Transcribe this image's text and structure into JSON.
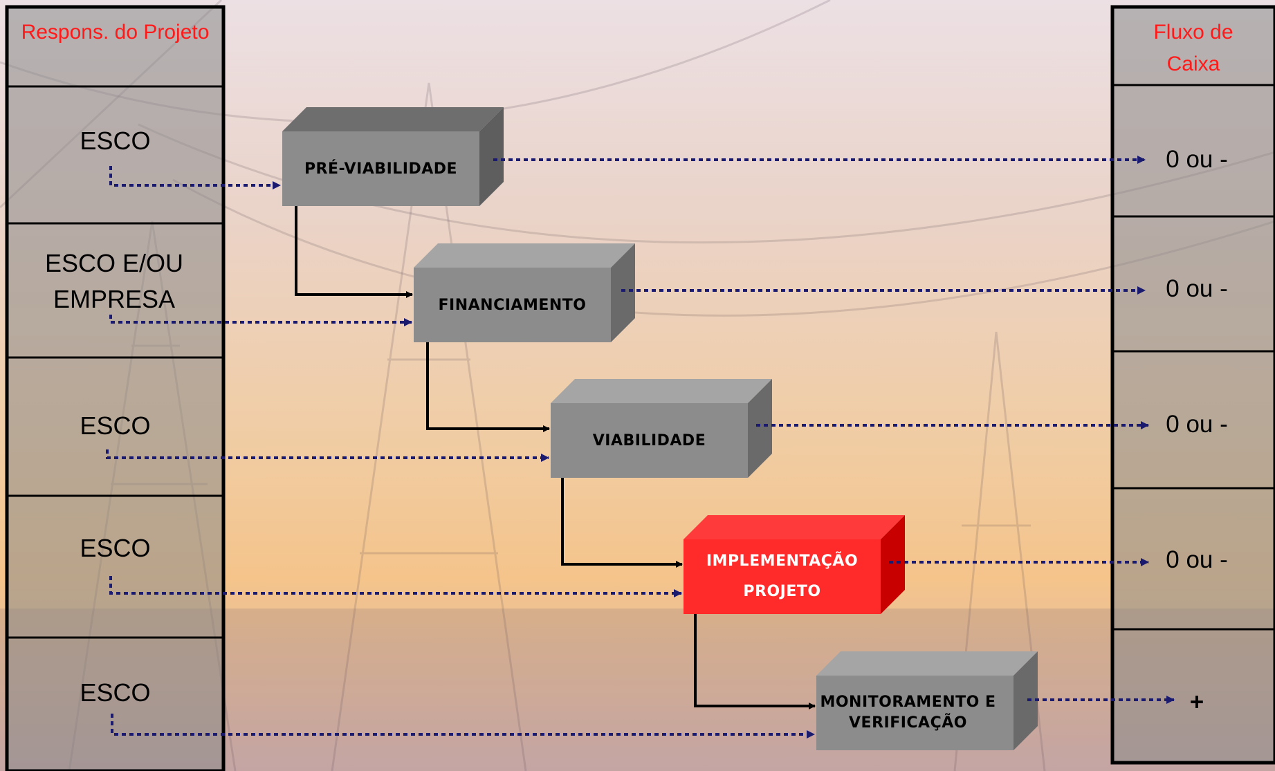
{
  "left_panel": {
    "header": "Respons. do Projeto",
    "rows": [
      "ESCO",
      "ESCO E/OU EMPRESA",
      "ESCO",
      "ESCO",
      "ESCO"
    ]
  },
  "right_panel": {
    "header": "Fluxo de Caixa",
    "rows": [
      "0 ou -",
      "0 ou -",
      "0 ou -",
      "0 ou -",
      "+"
    ]
  },
  "stages": [
    {
      "label": "PRÉ-VIABILIDADE",
      "color": "#8c8c8c"
    },
    {
      "label": "FINANCIAMENTO",
      "color": "#8c8c8c"
    },
    {
      "label": "VIABILIDADE",
      "color": "#8c8c8c"
    },
    {
      "label": "IMPLEMENTAÇÃO PROJETO",
      "color": "#ff2a2a"
    },
    {
      "label": "MONITORAMENTO E VERIFICAÇÃO",
      "color": "#8c8c8c"
    }
  ],
  "colors": {
    "connector": "#000000",
    "dotted_arrow": "#1a1a6e",
    "header_text": "#ff1a1a",
    "highlight_label": "#ffffff"
  }
}
